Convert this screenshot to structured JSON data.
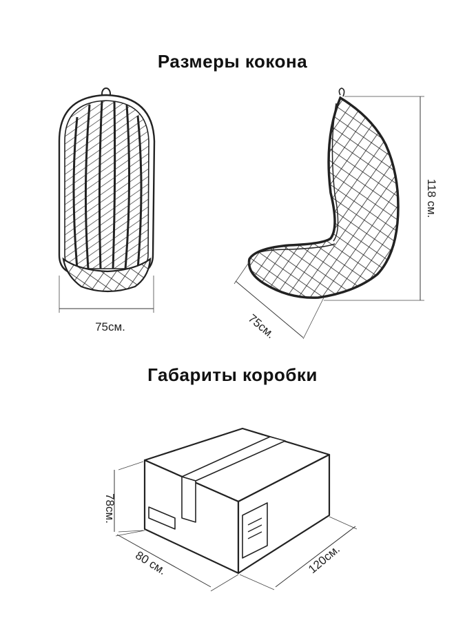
{
  "sections": {
    "cocoon_title": "Размеры кокона",
    "box_title": "Габариты коробки"
  },
  "cocoon": {
    "front_width": "75см.",
    "side_depth": "75см.",
    "height": "118 см."
  },
  "box": {
    "height": "78см.",
    "width": "80 см.",
    "length": "120см."
  },
  "colors": {
    "line": "#222222",
    "background": "#ffffff"
  }
}
